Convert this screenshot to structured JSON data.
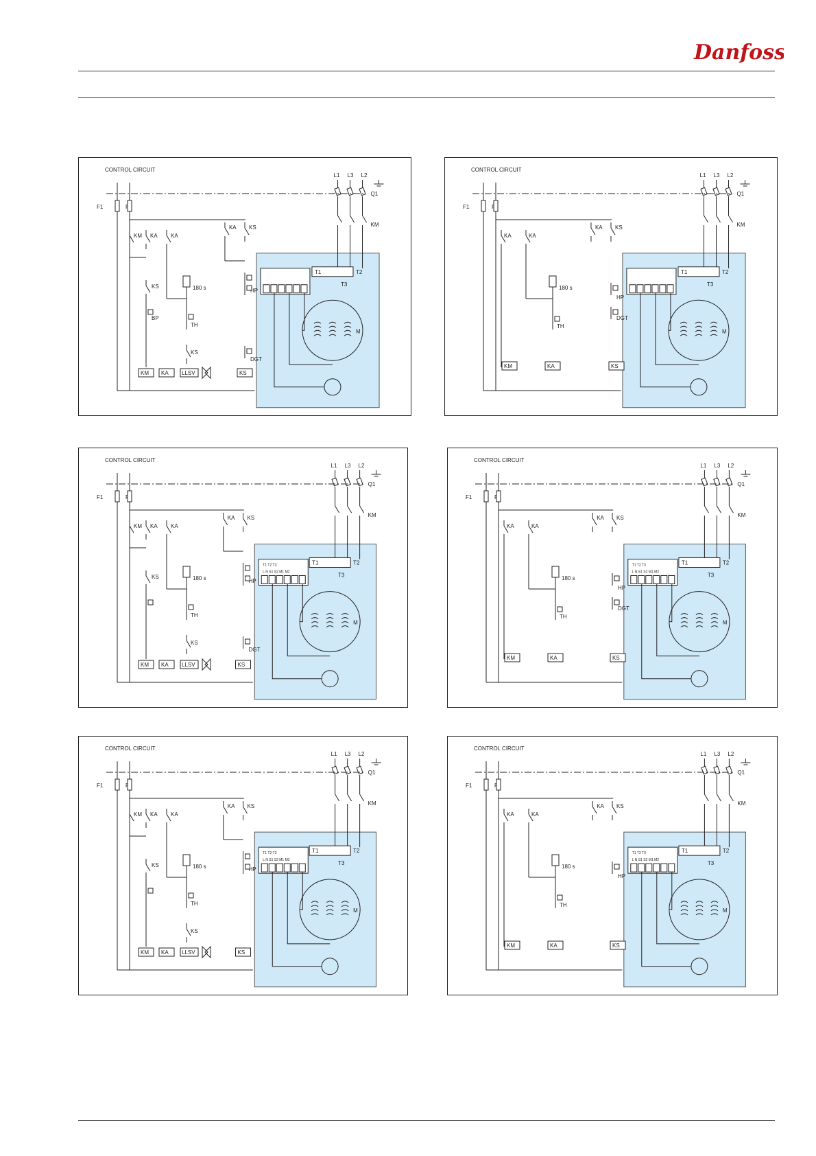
{
  "brand": {
    "logo_text": "Danfoss"
  },
  "colors": {
    "panel_fill": "#cfe9f8",
    "line": "#222222"
  },
  "panels": [
    {
      "title": "CONTROL CIRCUIT",
      "variant": "A",
      "labels": [
        "L1",
        "L3",
        "L2",
        "Q1",
        "KM",
        "F1",
        "F1",
        "KM",
        "KA",
        "KA",
        "KA",
        "KS",
        "KS",
        "BP",
        "180 s",
        "TH",
        "HP",
        "KS",
        "DGT",
        "KM",
        "KA",
        "LLSV",
        "KS",
        "T1",
        "T2",
        "T3",
        "M"
      ]
    },
    {
      "title": "CONTROL CIRCUIT",
      "variant": "B",
      "labels": [
        "L1",
        "L3",
        "L2",
        "Q1",
        "KM",
        "F1",
        "F1",
        "KA",
        "KA",
        "KA",
        "KS",
        "180 s",
        "HP",
        "TH",
        "DGT",
        "KM",
        "KA",
        "KS",
        "T1",
        "T2",
        "T3",
        "M"
      ]
    },
    {
      "title": "CONTROL CIRCUIT",
      "variant": "A",
      "labels": [
        "L1",
        "L3",
        "L2",
        "Q1",
        "KM",
        "F1",
        "F1",
        "KM",
        "KA",
        "KA",
        "KA",
        "KS",
        "KS",
        "180 s",
        "TH",
        "HP",
        "KS",
        "DGT",
        "KM",
        "KA",
        "LLSV",
        "KS",
        "T1",
        "T2",
        "T3",
        "M",
        "T1 T2 T3",
        "L N S1 S2 M1 M2"
      ]
    },
    {
      "title": "CONTROL CIRCUIT",
      "variant": "B",
      "labels": [
        "L1",
        "L3",
        "L2",
        "Q1",
        "KM",
        "F1",
        "F1",
        "KA",
        "KA",
        "KA",
        "KS",
        "180 s",
        "HP",
        "TH",
        "DGT",
        "KM",
        "KA",
        "KS",
        "T1",
        "T2",
        "T3",
        "M",
        "T1 T2 T3",
        "L N S1 S2 M1 M2"
      ]
    },
    {
      "title": "CONTROL CIRCUIT",
      "variant": "A",
      "labels": [
        "L1",
        "L3",
        "L2",
        "Q1",
        "KM",
        "F1",
        "F1",
        "KM",
        "KA",
        "KA",
        "KA",
        "KS",
        "KS",
        "180 s",
        "TH",
        "HP",
        "KS",
        "KM",
        "KA",
        "LLSV",
        "KS",
        "T1",
        "T2",
        "T3",
        "M",
        "T1 T2 T3",
        "L N S1 S2 M1 M2"
      ]
    },
    {
      "title": "CONTROL CIRCUIT",
      "variant": "B",
      "labels": [
        "L1",
        "L3",
        "L2",
        "Q1",
        "KM",
        "F1",
        "F1",
        "KA",
        "KA",
        "KA",
        "KS",
        "180 s",
        "HP",
        "TH",
        "KM",
        "KA",
        "KS",
        "T1",
        "T2",
        "T3",
        "M",
        "T1 T2 T3",
        "L N S1 S2 M1 M2"
      ]
    }
  ]
}
